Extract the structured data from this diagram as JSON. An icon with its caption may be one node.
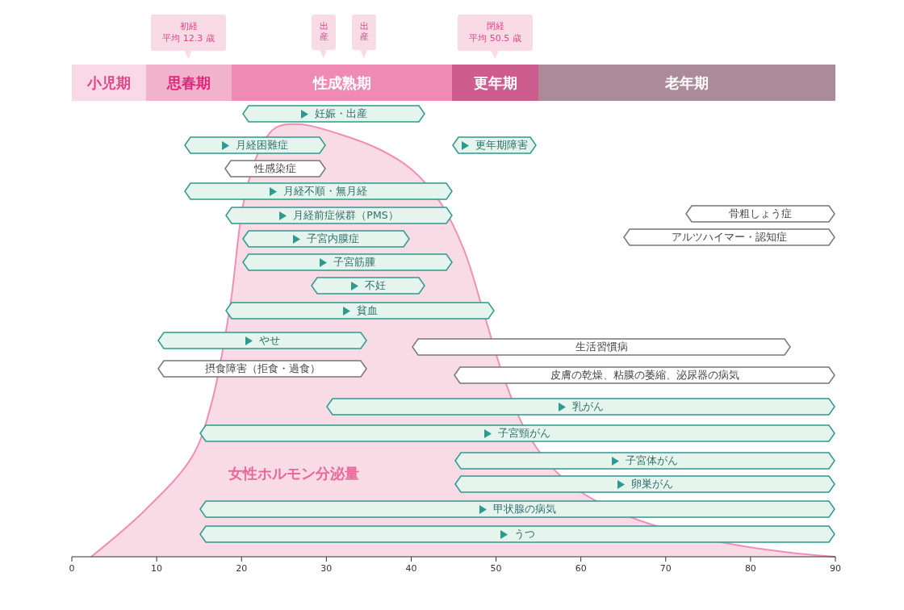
{
  "diagram": {
    "nodes": [
      {
        "text": [
          "初経",
          "平均 12.3 歳"
        ]
      },
      {
        "text": [
          "出産"
        ]
      },
      {
        "text": [
          "出産"
        ]
      },
      {
        "text": [
          "閉経",
          "平均 50.5 歳"
        ]
      },
      {
        "text": [
          "小児期"
        ]
      },
      {
        "text": [
          "思春期"
        ]
      },
      {
        "text": [
          "性成熟期"
        ]
      },
      {
        "text": [
          "更年期"
        ]
      },
      {
        "text": [
          "老年期"
        ]
      },
      {
        "text": [
          "妊娠・出産"
        ]
      },
      {
        "text": [
          "月経困難症"
        ]
      },
      {
        "text": [
          "更年期障害"
        ]
      },
      {
        "text": [
          "性感染症"
        ]
      },
      {
        "text": [
          "月経不順・無月経"
        ]
      },
      {
        "text": [
          "月経前症候群（PMS）"
        ]
      },
      {
        "text": [
          "骨粗しょう症"
        ]
      },
      {
        "text": [
          "子宮内膜症"
        ]
      },
      {
        "text": [
          "アルツハイマー・認知症"
        ]
      },
      {
        "text": [
          "子宮筋腫"
        ]
      },
      {
        "text": [
          "不妊"
        ]
      },
      {
        "text": [
          "貧血"
        ]
      },
      {
        "text": [
          "やせ"
        ]
      },
      {
        "text": [
          "生活習慣病"
        ]
      },
      {
        "text": [
          "摂食障害（拒食・過食）"
        ]
      },
      {
        "text": [
          "皮膚の乾燥、粘膜の萎縮、泌尿器の病気"
        ]
      },
      {
        "text": [
          "乳がん"
        ]
      },
      {
        "text": [
          "子宮頸がん"
        ]
      },
      {
        "text": [
          "子宮体がん"
        ]
      },
      {
        "text": [
          "卵巣がん"
        ]
      },
      {
        "text": [
          "甲状腺の病気"
        ]
      },
      {
        "text": [
          "うつ"
        ]
      }
    ],
    "labels": [
      "女性ホルモン分泌量",
      "0",
      "10",
      "20",
      "30",
      "40",
      "50",
      "60",
      "70",
      "80",
      "90"
    ]
  }
}
